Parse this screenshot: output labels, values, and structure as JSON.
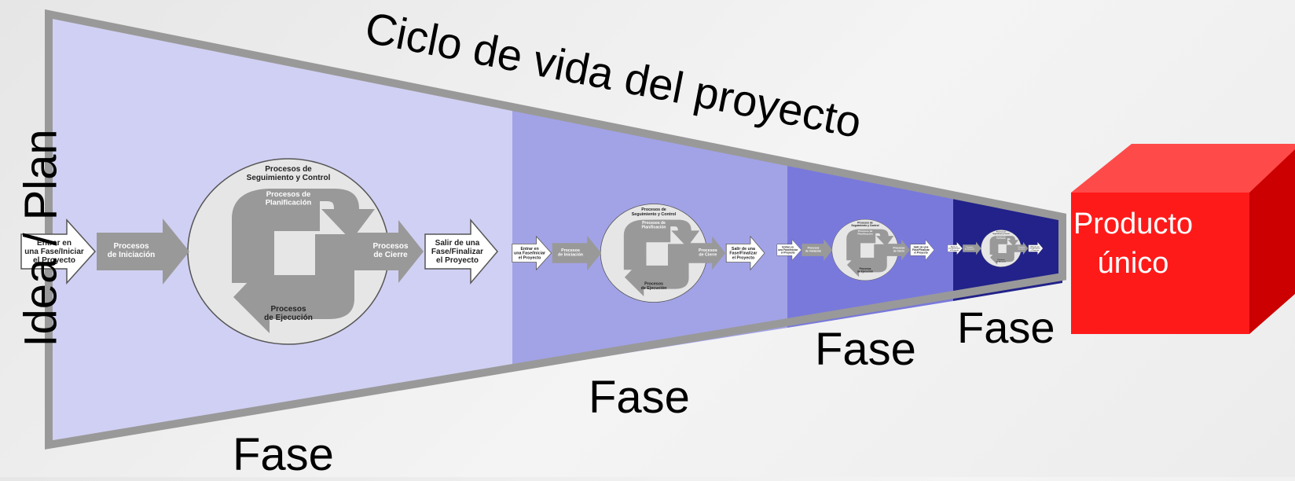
{
  "title": "Ciclo de vida del proyecto",
  "side_label": "Idea / Plan",
  "phase_label": "Fase",
  "product": {
    "line1": "Producto",
    "line2": "único"
  },
  "process": {
    "enter": [
      "Entrar en",
      "una Fase/Iniciar",
      "el Proyecto"
    ],
    "initiation": [
      "Procesos",
      "de Iniciación"
    ],
    "monitoring": [
      "Procesos de",
      "Seguimiento y Control"
    ],
    "planning": [
      "Procesos de",
      "Planificación"
    ],
    "execution": [
      "Procesos",
      "de Ejecución"
    ],
    "closing": [
      "Procesos",
      "de Cierre"
    ],
    "exit": [
      "Salir de una",
      "Fase/Finalizar",
      "el Proyecto"
    ]
  },
  "colors": {
    "phase1": "#d0d0f4",
    "phase2": "#a2a3e6",
    "phase3": "#7979dc",
    "phase4": "#22228a",
    "border": "#999999",
    "arrow": "#999999",
    "ellipse": "#e6e6e6",
    "product_front": "#ff1a1a",
    "product_top": "#ff4a4a",
    "product_side": "#cc0000"
  }
}
